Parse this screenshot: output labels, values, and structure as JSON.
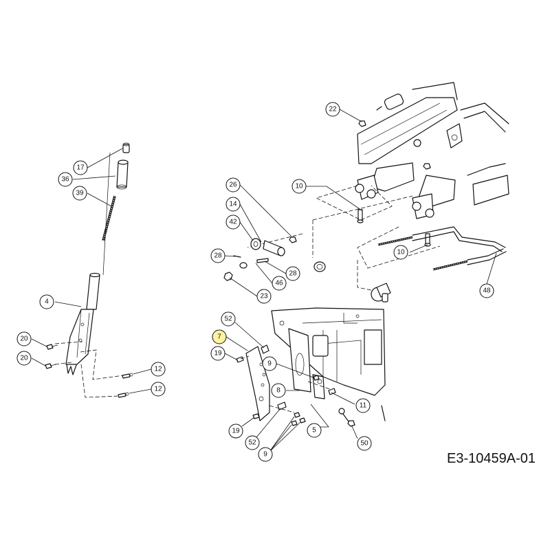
{
  "drawing": {
    "code": "E3-10459A-01",
    "highlight_color": "#fff3a0"
  },
  "callouts": [
    {
      "id": "c17",
      "label": "17"
    },
    {
      "id": "c36",
      "label": "36"
    },
    {
      "id": "c39",
      "label": "39"
    },
    {
      "id": "c4",
      "label": "4"
    },
    {
      "id": "c20a",
      "label": "20"
    },
    {
      "id": "c20b",
      "label": "20"
    },
    {
      "id": "c12a",
      "label": "12"
    },
    {
      "id": "c12b",
      "label": "12"
    },
    {
      "id": "c22",
      "label": "22"
    },
    {
      "id": "c26",
      "label": "26"
    },
    {
      "id": "c10a",
      "label": "10"
    },
    {
      "id": "c14",
      "label": "14"
    },
    {
      "id": "c42",
      "label": "42"
    },
    {
      "id": "c28a",
      "label": "28"
    },
    {
      "id": "c28b",
      "label": "28"
    },
    {
      "id": "c46",
      "label": "46"
    },
    {
      "id": "c23",
      "label": "23"
    },
    {
      "id": "c10b",
      "label": "10"
    },
    {
      "id": "c48",
      "label": "48"
    },
    {
      "id": "c52a",
      "label": "52"
    },
    {
      "id": "c7",
      "label": "7",
      "highlighted": true
    },
    {
      "id": "c19a",
      "label": "19"
    },
    {
      "id": "c9a",
      "label": "9"
    },
    {
      "id": "c8",
      "label": "8"
    },
    {
      "id": "c11",
      "label": "11"
    },
    {
      "id": "c19b",
      "label": "19"
    },
    {
      "id": "c52b",
      "label": "52"
    },
    {
      "id": "c5",
      "label": "5"
    },
    {
      "id": "c50",
      "label": "50"
    },
    {
      "id": "c9b",
      "label": "9"
    }
  ]
}
